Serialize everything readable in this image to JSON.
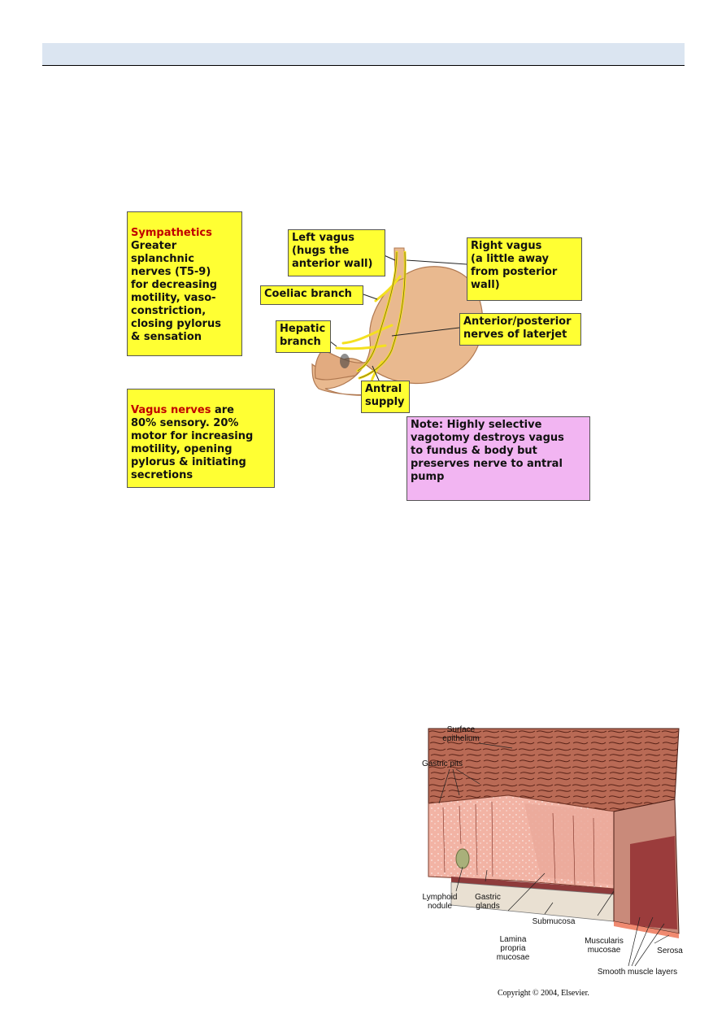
{
  "innervation_figure": {
    "sympathetics": {
      "heading": "Sympathetics",
      "text": "Greater\nsplanchnic\nnerves (T5-9)\nfor decreasing\nmotility, vaso-\nconstriction,\nclosing pylorus\n& sensation"
    },
    "vagus": {
      "heading": "Vagus nerves",
      "text": " are\n80% sensory. 20%\nmotor for increasing\nmotility, opening\npylorus & initiating\nsecretions"
    },
    "labels": {
      "left_vagus": "Left vagus\n(hugs the\nanterior wall)",
      "right_vagus": "Right vagus\n(a little away\nfrom posterior\nwall)",
      "coeliac_branch": "Coeliac branch",
      "hepatic_branch": "Hepatic\nbranch",
      "laterjet": "Anterior/posterior\nnerves of laterjet",
      "antral_supply": "Antral\nsupply"
    },
    "note": "Note: Highly selective\nvagotomy destroys vagus\nto fundus & body but\npreserves nerve to antral\npump",
    "colors": {
      "box_fill": "#ffff33",
      "note_fill": "#f2b5f2",
      "heading_red": "#c00000",
      "stomach": "#e9b98f",
      "nerve": "#f4e020"
    }
  },
  "histology_figure": {
    "labels": {
      "surface_epithelium": "Surface\nepithelium",
      "gastric_pits": "Gastric pits",
      "lymphoid_nodule": "Lymphoid\nnodule",
      "gastric_glands": "Gastric\nglands",
      "lamina_propria": "Lamina\npropria\nmucosae",
      "submucosa": "Submucosa",
      "muscularis_mucosae": "Muscularis\nmucosae",
      "serosa": "Serosa",
      "smooth_muscle": "Smooth muscle layers"
    },
    "copyright": "Copyright © 2004, Elsevier."
  }
}
